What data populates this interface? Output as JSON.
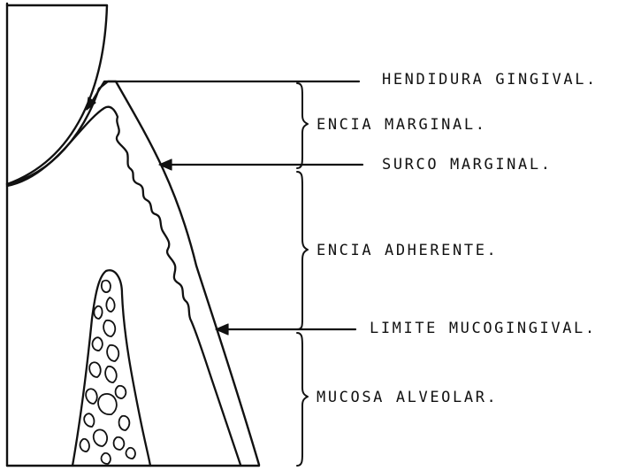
{
  "diagram": {
    "line_color": "#111111",
    "background": "#ffffff",
    "labels": {
      "hendidura_gingival": "HENDIDURA GINGIVAL.",
      "encia_marginal": "ENCIA MARGINAL.",
      "surco_marginal": "SURCO MARGINAL.",
      "encia_adherente": "ENCIA ADHERENTE.",
      "limite_mucogingival": "LIMITE MUCOGINGIVAL.",
      "mucosa_alveolar": "MUCOSA ALVEOLAR."
    }
  }
}
